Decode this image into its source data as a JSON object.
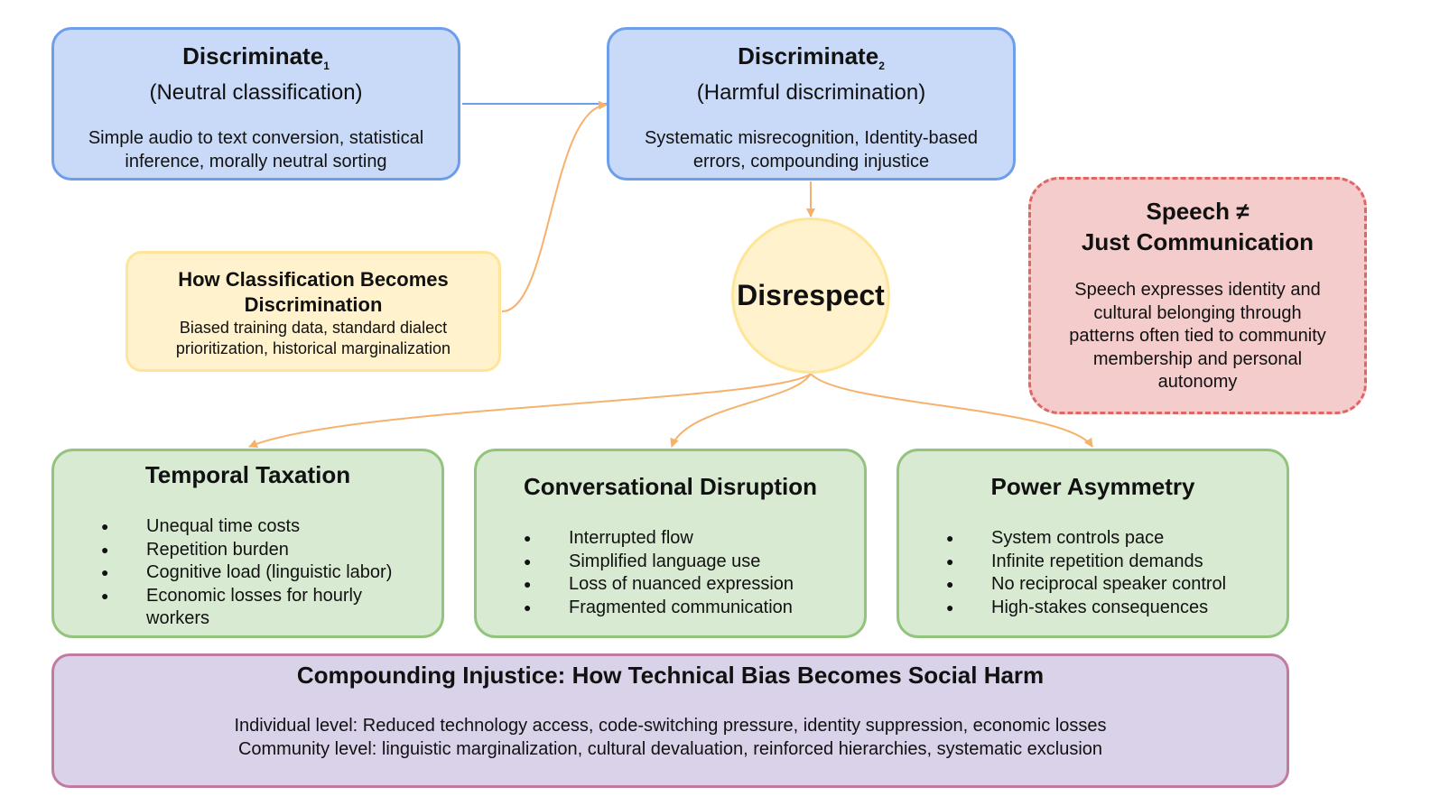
{
  "disc1": {
    "title": "Discriminate",
    "sub": "1",
    "subtitle": "(Neutral classification)",
    "desc_1": "Simple audio to text conversion, statistical",
    "desc_2": "inference, morally neutral sorting"
  },
  "disc2": {
    "title": "Discriminate",
    "sub": "2",
    "subtitle": "(Harmful discrimination)",
    "desc_1": "Systematic misrecognition, Identity-based",
    "desc_2": "errors, compounding injustice"
  },
  "how": {
    "title_1": "How Classification Becomes",
    "title_2": "Discrimination",
    "desc_1": "Biased training data, standard dialect",
    "desc_2": "prioritization, historical marginalization"
  },
  "disrespect": {
    "label": "Disrespect"
  },
  "speech": {
    "title_1": "Speech ≠",
    "title_2": "Just Communication",
    "lines": [
      "Speech expresses identity and",
      "cultural belonging through",
      "patterns often tied to community",
      "membership and personal",
      "autonomy"
    ]
  },
  "temporal": {
    "title": "Temporal Taxation",
    "items": [
      "Unequal time costs",
      "Repetition burden",
      "Cognitive load (linguistic labor)",
      "Economic losses for hourly",
      "workers"
    ]
  },
  "conversational": {
    "title": "Conversational Disruption",
    "items": [
      "Interrupted flow",
      "Simplified language use",
      "Loss of nuanced expression",
      "Fragmented communication"
    ]
  },
  "power": {
    "title": "Power Asymmetry",
    "items": [
      "System controls pace",
      "Infinite repetition demands",
      "No reciprocal speaker control",
      "High-stakes consequences"
    ]
  },
  "compounding": {
    "title": "Compounding Injustice: How Technical Bias Becomes Social Harm",
    "line_1": "Individual level: Reduced technology access, code-switching pressure, identity suppression, economic losses",
    "line_2": "Community level: linguistic marginalization, cultural devaluation, reinforced hierarchies, systematic exclusion"
  },
  "colors": {
    "blue_fill": "#c9daf8",
    "blue_border": "#6d9eeb",
    "yellow_fill": "#fff2cc",
    "yellow_border": "#ffe599",
    "red_fill": "#f4cccc",
    "red_border": "#e06666",
    "green_fill": "#d9ead3",
    "green_border": "#93c47d",
    "purple_fill": "#d9d2e9",
    "purple_border": "#c27ba0",
    "arrow_orange": "#f6b26b",
    "arrow_blue": "#6d9eeb"
  }
}
